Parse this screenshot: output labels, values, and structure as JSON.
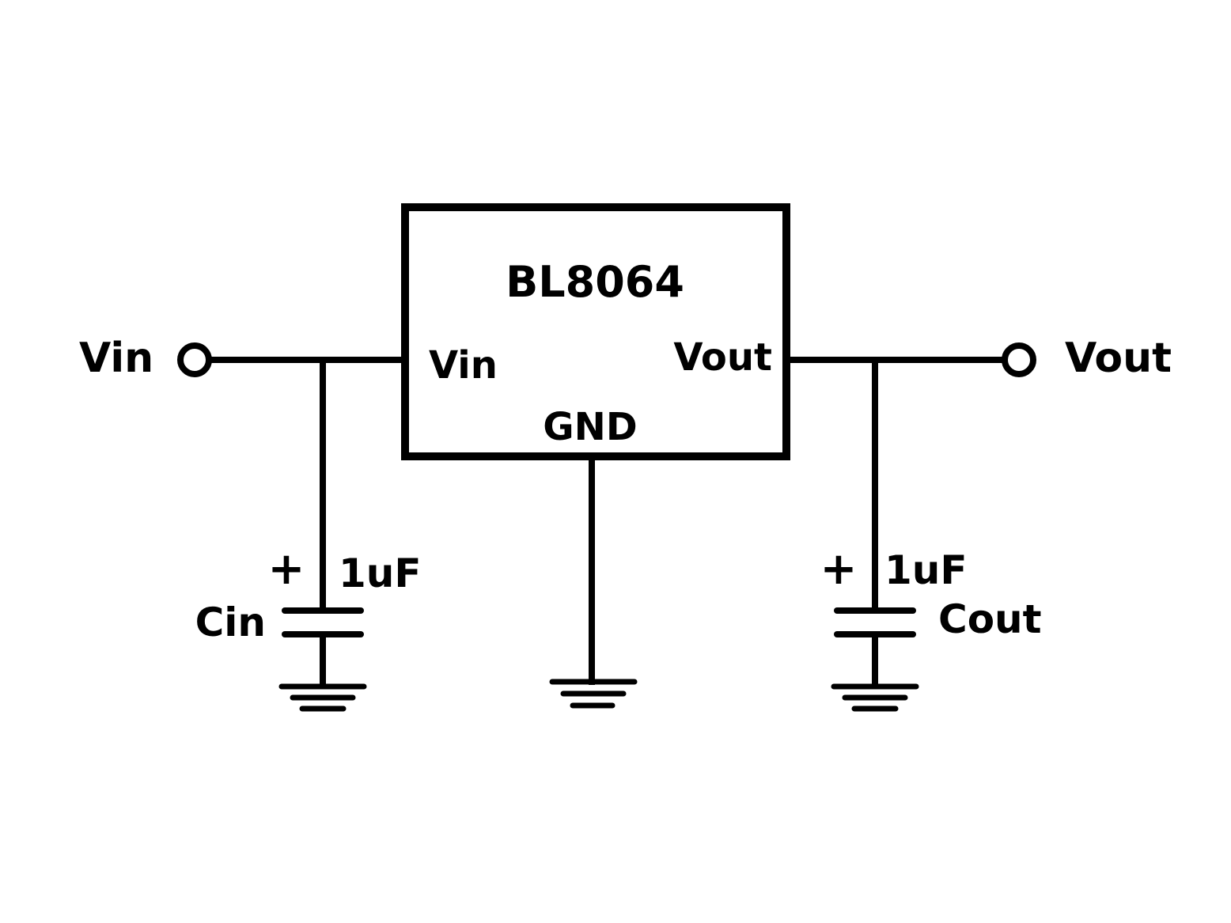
{
  "ic": {
    "name": "BL8064",
    "pin_vin": "Vin",
    "pin_vout": "Vout",
    "pin_gnd": "GND"
  },
  "ports": {
    "input": "Vin",
    "output": "Vout"
  },
  "capacitors": {
    "input": {
      "name": "Cin",
      "value": "1uF",
      "polarity": "+"
    },
    "output": {
      "name": "Cout",
      "value": "1uF",
      "polarity": "+"
    }
  }
}
